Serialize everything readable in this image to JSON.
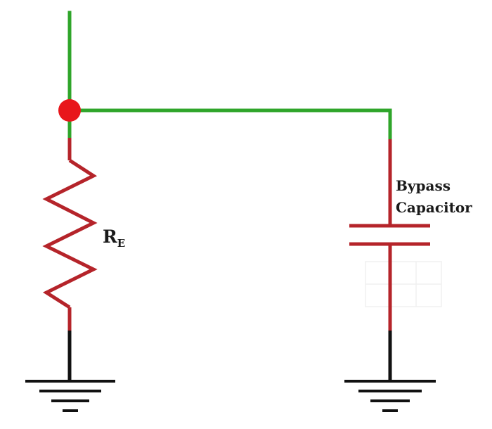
{
  "diagram": {
    "type": "circuit-schematic",
    "components": {
      "resistor": {
        "label_main": "R",
        "label_sub": "E"
      },
      "capacitor": {
        "label_line1": "Bypass",
        "label_line2": "Capacitor"
      }
    },
    "colors": {
      "wire_top": "#2fa52a",
      "component_leads": "#b5242a",
      "ground_leads": "#111111",
      "junction": "#e8161b"
    }
  }
}
